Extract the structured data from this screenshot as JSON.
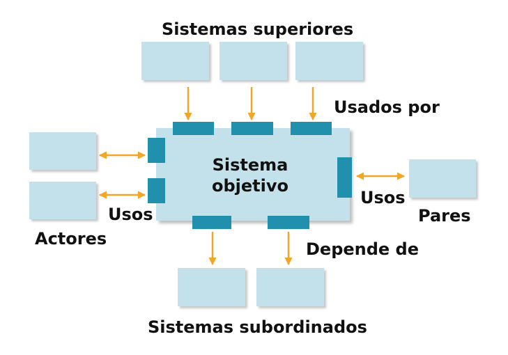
{
  "diagram": {
    "central_system": "Sistema objetivo",
    "central_system_line1": "Sistema",
    "central_system_line2": "objetivo",
    "superior_systems": "Sistemas superiores",
    "used_by": "Usados por",
    "subordinate_systems": "Sistemas subordinados",
    "depends_on": "Depende de",
    "actors": "Actores",
    "actors_uses": "Usos",
    "peers": "Pares",
    "peers_uses": "Usos"
  },
  "colors": {
    "box_fill": "#c3e1ea",
    "port_fill": "#2090ad",
    "arrow": "#f3a623",
    "text": "#111111"
  }
}
